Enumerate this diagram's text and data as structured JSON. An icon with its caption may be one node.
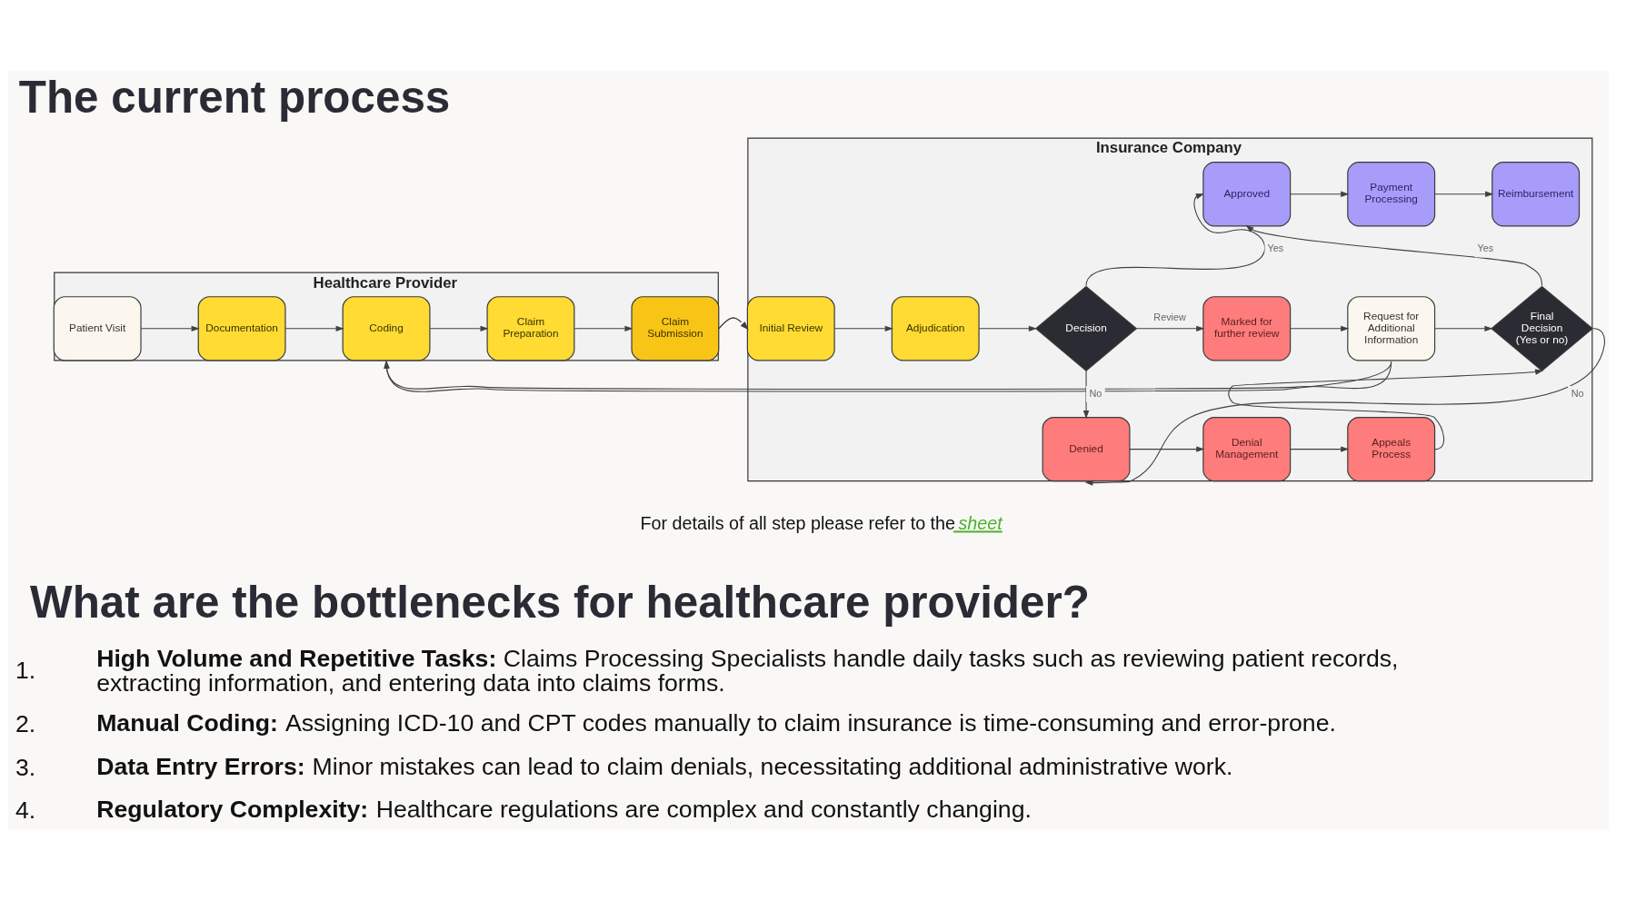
{
  "diagram": {
    "title": "The current process",
    "nodes": [
      {
        "text": [
          "Healthcare Provider"
        ]
      },
      {
        "text": [
          "Patient Visit"
        ],
        "in": 0
      },
      {
        "text": [
          "Documentation"
        ],
        "in": 0
      },
      {
        "text": [
          "Coding"
        ],
        "in": 0
      },
      {
        "text": [
          "Claim Preparation"
        ],
        "in": 0
      },
      {
        "text": [
          "Claim Submission"
        ],
        "in": 0
      },
      {
        "text": [
          "Insurance Company"
        ]
      },
      {
        "text": [
          "Initial Review"
        ],
        "in": 6
      },
      {
        "text": [
          "Adjudication"
        ],
        "in": 6
      },
      {
        "text": [
          "Decision"
        ],
        "in": 6
      },
      {
        "text": [
          "Approved"
        ],
        "in": 6
      },
      {
        "text": [
          "Payment Processing"
        ],
        "in": 6
      },
      {
        "text": [
          "Reimbursement"
        ],
        "in": 6
      },
      {
        "text": [
          "Marked for further review"
        ],
        "in": 6
      },
      {
        "text": [
          "Request for Additional Information"
        ],
        "in": 6
      },
      {
        "text": [
          "Final Decision (Yes or no)"
        ],
        "in": 6
      },
      {
        "text": [
          "Denied"
        ],
        "in": 6
      },
      {
        "text": [
          "Denial Management"
        ],
        "in": 6
      },
      {
        "text": [
          "Appeals Process"
        ],
        "in": 6
      }
    ],
    "edges": [
      {
        "from": 1,
        "to": 2,
        "arrow": "to"
      },
      {
        "from": 2,
        "to": 3,
        "arrow": "to"
      },
      {
        "from": 3,
        "to": 4,
        "arrow": "to"
      },
      {
        "from": 4,
        "to": 5,
        "arrow": "to"
      },
      {
        "from": 5,
        "to": 7,
        "arrow": "to"
      },
      {
        "from": 7,
        "to": 8,
        "arrow": "to"
      },
      {
        "from": 8,
        "to": 9,
        "arrow": "to"
      },
      {
        "from": 9,
        "to": 10,
        "arrow": "to",
        "label": "Yes"
      },
      {
        "from": 9,
        "to": 13,
        "arrow": "to",
        "label": "Review"
      },
      {
        "from": 9,
        "to": 16,
        "arrow": "to",
        "label": "No"
      },
      {
        "from": 10,
        "to": 11,
        "arrow": "to"
      },
      {
        "from": 11,
        "to": 12,
        "arrow": "to"
      },
      {
        "from": 13,
        "to": 14,
        "arrow": "to"
      },
      {
        "from": 14,
        "to": 15,
        "arrow": "to"
      },
      {
        "from": 14,
        "to": 0,
        "arrow": "to"
      },
      {
        "from": 15,
        "to": 10,
        "arrow": "to",
        "label": "Yes"
      },
      {
        "from": 15,
        "to": 16,
        "arrow": "to",
        "label": "No"
      },
      {
        "from": 16,
        "to": 17,
        "arrow": "to"
      },
      {
        "from": 17,
        "to": 18,
        "arrow": "to"
      },
      {
        "from": 18,
        "to": 15,
        "arrow": "to"
      }
    ],
    "labels": [
      "For details of all step please refer to the *sheet*",
      "What are the bottlenecks for healthcare provider?",
      "1.",
      "**High Volume and Repetitive Tasks:** Claims Processing Specialists handle daily tasks such as reviewing patient records, extracting information, and entering data into claims forms.",
      "2.",
      "**Manual Coding:** Assigning ICD-10 and CPT codes manually to claim insurance is time-consuming and error-prone.",
      "3.",
      "**Data Entry Errors:** Minor mistakes can lead to claim denials, necessitating additional administrative work.",
      "4.",
      "**Regulatory Complexity:** Healthcare regulations are complex and constantly changing."
    ]
  }
}
